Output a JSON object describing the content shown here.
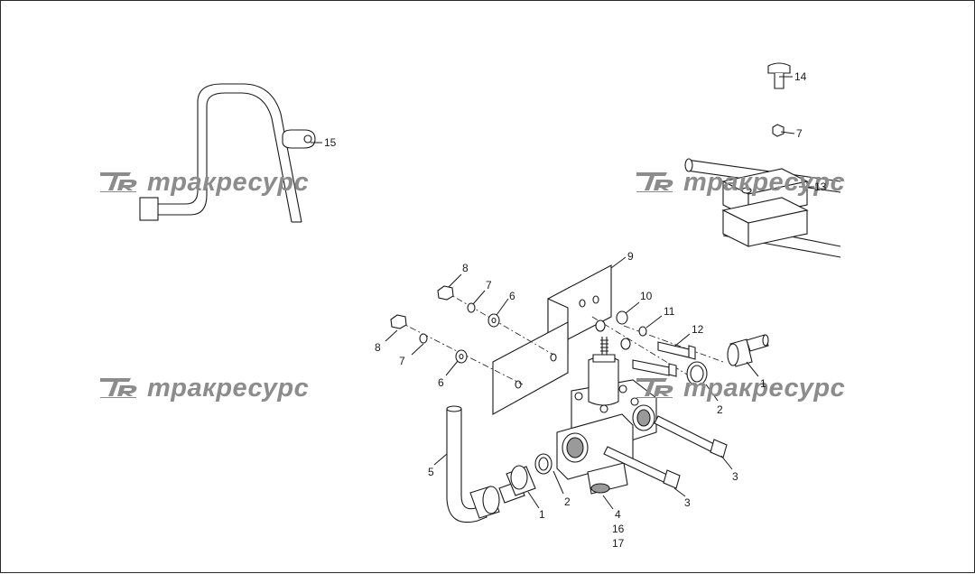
{
  "watermark": {
    "brand": "трaкресурс",
    "logo_text": "TR"
  },
  "callouts": [
    {
      "id": "c1a",
      "label": "1"
    },
    {
      "id": "c1b",
      "label": "1"
    },
    {
      "id": "c2a",
      "label": "2"
    },
    {
      "id": "c2b",
      "label": "2"
    },
    {
      "id": "c3a",
      "label": "3"
    },
    {
      "id": "c3b",
      "label": "3"
    },
    {
      "id": "c4",
      "label": "4"
    },
    {
      "id": "c16",
      "label": "16"
    },
    {
      "id": "c17",
      "label": "17"
    },
    {
      "id": "c5",
      "label": "5"
    },
    {
      "id": "c6a",
      "label": "6"
    },
    {
      "id": "c6b",
      "label": "6"
    },
    {
      "id": "c7a",
      "label": "7"
    },
    {
      "id": "c7b",
      "label": "7"
    },
    {
      "id": "c7c",
      "label": "7"
    },
    {
      "id": "c8a",
      "label": "8"
    },
    {
      "id": "c8b",
      "label": "8"
    },
    {
      "id": "c9",
      "label": "9"
    },
    {
      "id": "c10",
      "label": "10"
    },
    {
      "id": "c11",
      "label": "11"
    },
    {
      "id": "c12",
      "label": "12"
    },
    {
      "id": "c13",
      "label": "13"
    },
    {
      "id": "c14",
      "label": "14"
    },
    {
      "id": "c15",
      "label": "15"
    }
  ]
}
